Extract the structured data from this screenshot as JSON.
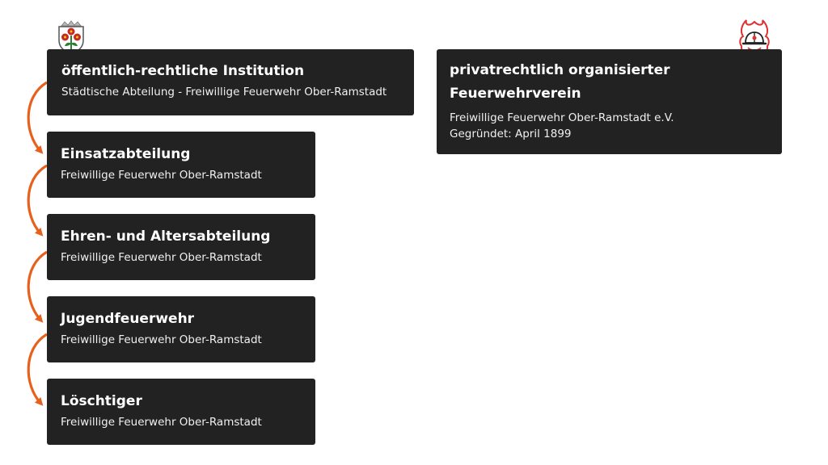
{
  "public_card": {
    "title": "öffentlich-rechtliche Institution",
    "subtitle": "Städtische Abteilung - Freiwillige Feuerwehr Ober-Ramstadt"
  },
  "sections": [
    {
      "title": "Einsatzabteilung",
      "subtitle": "Freiwillige Feuerwehr Ober-Ramstadt"
    },
    {
      "title": "Ehren- und Altersabteilung",
      "subtitle": "Freiwillige Feuerwehr Ober-Ramstadt"
    },
    {
      "title": "Jugendfeuerwehr",
      "subtitle": "Freiwillige Feuerwehr Ober-Ramstadt"
    },
    {
      "title": "Löschtiger",
      "subtitle": "Freiwillige Feuerwehr Ober-Ramstadt"
    }
  ],
  "verein_card": {
    "title_line1": "privatrechtlich organisierter",
    "title_line2": "Feuerwehrverein",
    "subtitle": "Freiwillige Feuerwehr Ober-Ramstadt e.V.",
    "founded": "Gegründet: April 1899"
  },
  "icons": {
    "left": "coat-of-arms-icon",
    "right": "firefighter-helmet-icon"
  },
  "colors": {
    "card": "#222222",
    "arrow": "#e8611c",
    "flame": "#e03030"
  }
}
